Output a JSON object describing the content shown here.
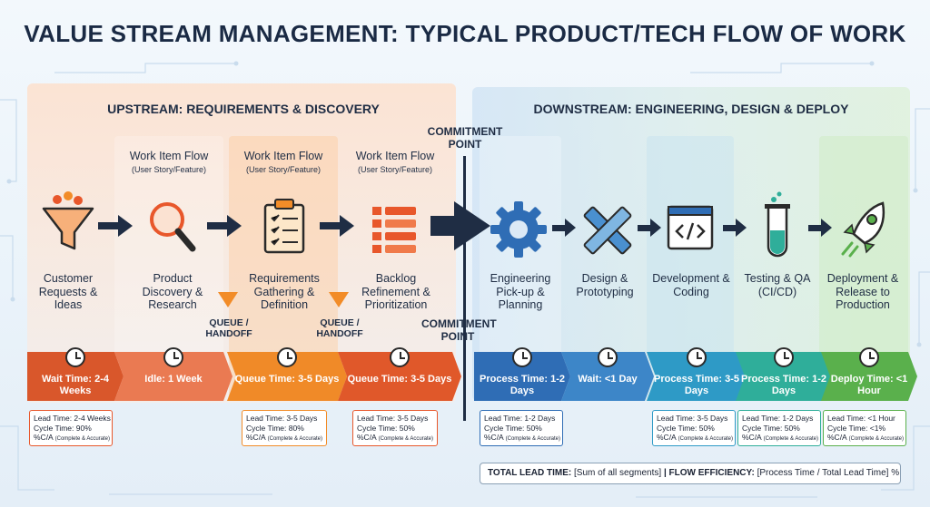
{
  "title": "VALUE STREAM MANAGEMENT: TYPICAL PRODUCT/TECH FLOW OF WORK",
  "upstream_title": "UPSTREAM: REQUIREMENTS & DISCOVERY",
  "downstream_title": "DOWNSTREAM: ENGINEERING, DESIGN & DEPLOY",
  "commitment_top": "COMMITMENT POINT",
  "commitment_bottom": "COMMITMENT POINT",
  "work_item_flow": {
    "label": "Work Item Flow",
    "sub": "(User Story/Feature)"
  },
  "queue_label": "QUEUE / HANDOFF",
  "stages": [
    {
      "label": "Customer Requests & Ideas",
      "icon": "funnel-icon"
    },
    {
      "label": "Product Discovery & Research",
      "icon": "magnifier-icon"
    },
    {
      "label": "Requirements Gathering & Definition",
      "icon": "clipboard-icon"
    },
    {
      "label": "Backlog Refinement & Prioritization",
      "icon": "backlog-list-icon"
    },
    {
      "label": "Engineering Pick-up & Planning",
      "icon": "gear-icon"
    },
    {
      "label": "Design & Prototyping",
      "icon": "ruler-pencil-icon"
    },
    {
      "label": "Development & Coding",
      "icon": "code-window-icon"
    },
    {
      "label": "Testing & QA (CI/CD)",
      "icon": "test-tube-icon"
    },
    {
      "label": "Deployment & Release to Production",
      "icon": "rocket-icon"
    }
  ],
  "timeline": [
    {
      "label": "Wait Time: 2-4 Weeks",
      "color": "#d9572b"
    },
    {
      "label": "Idle: 1 Week",
      "color": "#ea7a52"
    },
    {
      "label": "Queue Time: 3-5 Days",
      "color": "#f08a28"
    },
    {
      "label": "Queue Time: 3-5 Days",
      "color": "#e0582a"
    },
    {
      "label": "Process Time: 1-2 Days",
      "color": "#2f6db5"
    },
    {
      "label": "Wait: <1 Day",
      "color": "#3d86c8"
    },
    {
      "label": "Process Time: 3-5 Days",
      "color": "#2e9ac6"
    },
    {
      "label": "Process Time: 1-2 Days",
      "color": "#2fae9a"
    },
    {
      "label": "Deploy Time: <1 Hour",
      "color": "#5ab04c"
    }
  ],
  "metrics": [
    {
      "lead": "Lead Time: 2-4 Weeks",
      "cycle": "Cycle Time: 90%",
      "ca": "%C/A",
      "ca_note": "(Complete & Accurate)"
    },
    {
      "lead": "Lead Time: 3-5 Days",
      "cycle": "Cycle Time: 80%",
      "ca": "%C/A",
      "ca_note": "(Complete & Accurate)"
    },
    {
      "lead": "Lead Time: 3-5 Days",
      "cycle": "Cycle Time: 50%",
      "ca": "%C/A",
      "ca_note": "(Complete & Accurate)"
    },
    {
      "lead": "Lead Time: 1-2 Days",
      "cycle": "Cycle Time: 50%",
      "ca": "%C/A",
      "ca_note": "(Complete & Accurate)"
    },
    {
      "lead": "Lead Time: 3-5 Days",
      "cycle": "Cycle Time: 50%",
      "ca": "%C/A",
      "ca_note": "(Complete & Accurate)"
    },
    {
      "lead": "Lead Time: 1-2 Days",
      "cycle": "Cycle Time: 50%",
      "ca": "%C/A",
      "ca_note": "(Complete & Accurate)"
    },
    {
      "lead": "Lead Time: <1 Hour",
      "cycle": "Cycle Time: <1%",
      "ca": "%C/A",
      "ca_note": "(Complete & Accurate)"
    }
  ],
  "summary": {
    "total_label": "TOTAL LEAD TIME:",
    "total_value": "[Sum of all segments]",
    "sep": "|",
    "eff_label": "FLOW EFFICIENCY:",
    "eff_value": "[Process Time / Total Lead Time] %"
  },
  "colors": {
    "navy": "#1f2d44",
    "orange": "#f28c28",
    "icon_blue": "#2f6db5"
  }
}
